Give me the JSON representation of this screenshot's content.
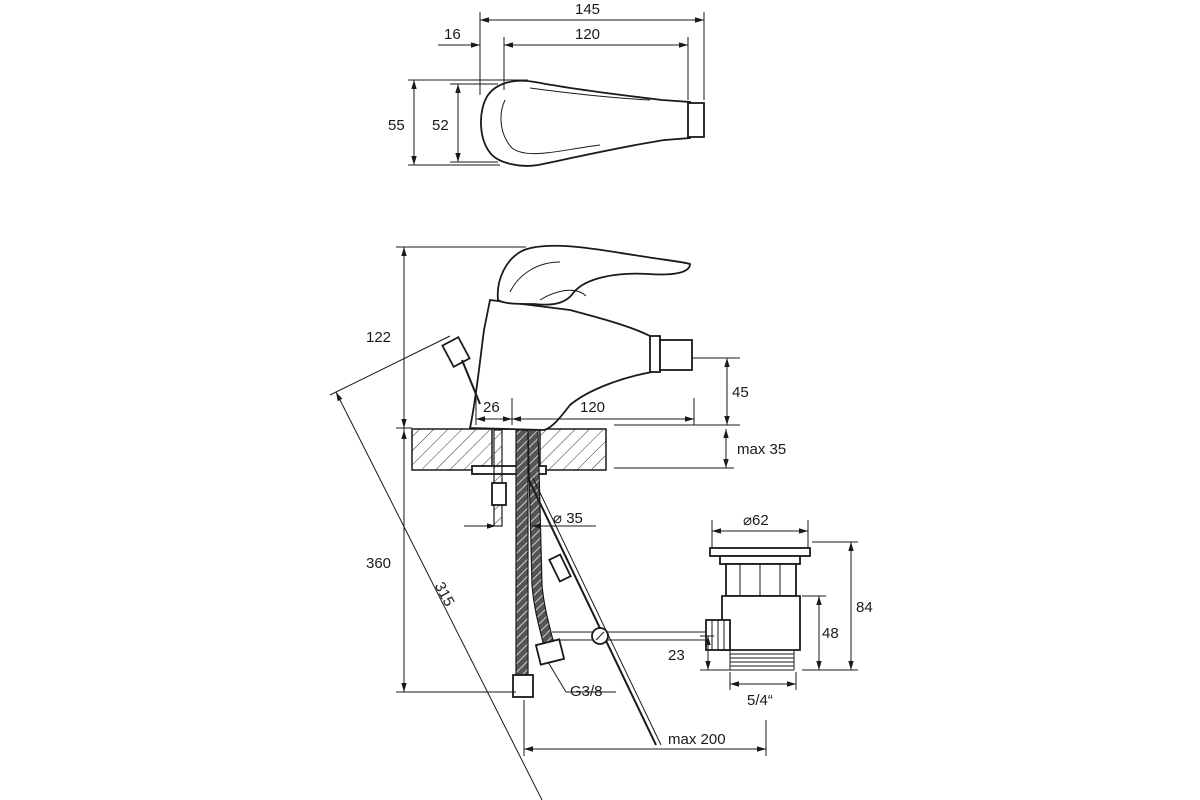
{
  "dimensions": {
    "top_total_length": "145",
    "top_offset": "16",
    "top_spout_length": "120",
    "top_outer_width": "55",
    "top_inner_width": "52",
    "total_height_above_deck": "122",
    "spout_nozzle_height": "45",
    "base_width": "26",
    "spout_reach": "120",
    "max_deck_thickness": "max 35",
    "mounting_hole": "⌀ 35",
    "total_height": "360",
    "pop_up_rod_length": "315",
    "hose_connection": "G3/8",
    "max_rod_distance": "max 200",
    "waste_diameter": "⌀62",
    "waste_height": "84",
    "waste_thread_height": "48",
    "lever_height": "23",
    "waste_thread": "5/4“"
  }
}
